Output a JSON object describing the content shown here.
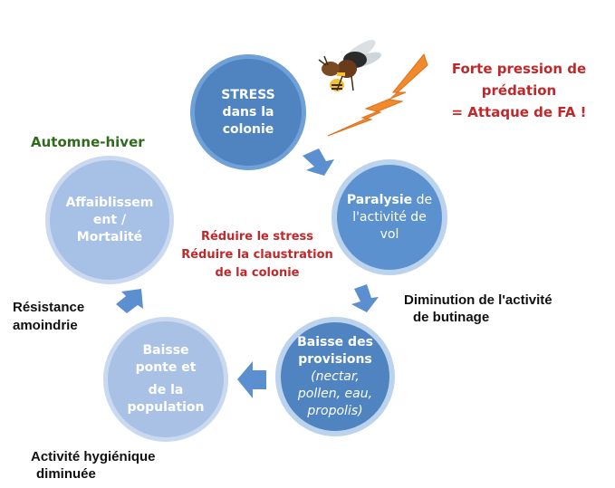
{
  "colors": {
    "circle_dark": "#4f84c1",
    "circle_mid": "#5b91cf",
    "circle_light": "#a9c1e5",
    "arrow": "#5b8fd0",
    "lightning": "#f08a2c",
    "red_text": "#c0282a",
    "green_text": "#2f6b1d"
  },
  "icons": {
    "predator": "hornet-icon",
    "attack": "lightning-bolt-icon"
  },
  "circles": {
    "stress": {
      "lines": [
        "STRESS",
        "dans la",
        "colonie"
      ]
    },
    "paralysie": {
      "line1_bold": "Paralysie",
      "line1_rest": " de",
      "line2": "l'activité de",
      "line3": "vol"
    },
    "provisions": {
      "line1": "Baisse des",
      "line2": "provisions",
      "details": [
        "(nectar,",
        "pollen, eau,",
        "propolis)"
      ]
    },
    "ponte": {
      "lines": [
        "Baisse",
        "ponte et",
        "de la",
        "population"
      ]
    },
    "affaiblissement": {
      "lines": [
        "Affaiblissem",
        "ent /",
        "Mortalité"
      ]
    }
  },
  "labels": {
    "predation": [
      "Forte pression de",
      "prédation",
      "= Attaque de FA !"
    ],
    "season": "Automne-hiver",
    "center": [
      "Réduire le stress",
      "Réduire la claustration",
      "de la colonie"
    ],
    "butinage": [
      "Diminution de l'activité",
      "de butinage"
    ],
    "resistance": [
      "Résistance",
      "amoindrie"
    ],
    "hygienique": [
      "Activité hygiénique",
      "diminuée"
    ]
  }
}
